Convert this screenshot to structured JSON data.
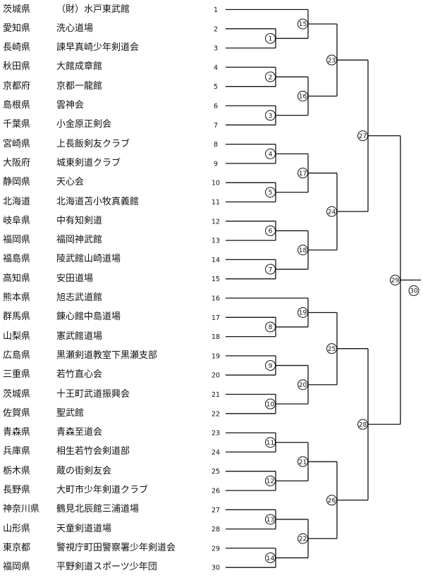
{
  "teams": [
    {
      "seed": "1",
      "pref": "茨城県",
      "club": "（財）水戸東武館"
    },
    {
      "seed": "2",
      "pref": "愛知県",
      "club": "洗心道場"
    },
    {
      "seed": "3",
      "pref": "長崎県",
      "club": "諫早真崎少年剣道会"
    },
    {
      "seed": "4",
      "pref": "秋田県",
      "club": "大館成章館"
    },
    {
      "seed": "5",
      "pref": "京都府",
      "club": "京都一龍館"
    },
    {
      "seed": "6",
      "pref": "島根県",
      "club": "雲神会"
    },
    {
      "seed": "7",
      "pref": "千葉県",
      "club": "小金原正剣会"
    },
    {
      "seed": "8",
      "pref": "宮崎県",
      "club": "上長飯剣友クラブ"
    },
    {
      "seed": "9",
      "pref": "大阪府",
      "club": "城東剣道クラブ"
    },
    {
      "seed": "10",
      "pref": "静岡県",
      "club": "天心会"
    },
    {
      "seed": "11",
      "pref": "北海道",
      "club": "北海道苫小牧真義館"
    },
    {
      "seed": "12",
      "pref": "岐阜県",
      "club": "中有知剣道"
    },
    {
      "seed": "13",
      "pref": "福岡県",
      "club": "福岡神武館"
    },
    {
      "seed": "14",
      "pref": "福島県",
      "club": "陵武館山崎道場"
    },
    {
      "seed": "15",
      "pref": "高知県",
      "club": "安田道場"
    },
    {
      "seed": "16",
      "pref": "熊本県",
      "club": "旭志武道館"
    },
    {
      "seed": "17",
      "pref": "群馬県",
      "club": "錬心館中島道場"
    },
    {
      "seed": "18",
      "pref": "山梨県",
      "club": "憲武館道場"
    },
    {
      "seed": "19",
      "pref": "広島県",
      "club": "黒瀬剣道教室下黒瀬支部"
    },
    {
      "seed": "20",
      "pref": "三重県",
      "club": "若竹直心会"
    },
    {
      "seed": "21",
      "pref": "茨城県",
      "club": "十王町武道振興会"
    },
    {
      "seed": "22",
      "pref": "佐賀県",
      "club": "聖武館"
    },
    {
      "seed": "23",
      "pref": "青森県",
      "club": "青森至道会"
    },
    {
      "seed": "24",
      "pref": "兵庫県",
      "club": "相生若竹会剣道部"
    },
    {
      "seed": "25",
      "pref": "栃木県",
      "club": "蔵の街剣友会"
    },
    {
      "seed": "26",
      "pref": "長野県",
      "club": "大町市少年剣道クラブ"
    },
    {
      "seed": "27",
      "pref": "神奈川県",
      "club": "鶴見北辰館三浦道場"
    },
    {
      "seed": "28",
      "pref": "山形県",
      "club": "天童剣道道場"
    },
    {
      "seed": "29",
      "pref": "東京都",
      "club": "警視庁町田警察署少年剣道会"
    },
    {
      "seed": "30",
      "pref": "福岡県",
      "club": "平野剣道スポーツ少年団"
    }
  ],
  "matches": [
    {
      "no": "1",
      "from": [
        "s2",
        "s3"
      ]
    },
    {
      "no": "2",
      "from": [
        "s4",
        "s5"
      ]
    },
    {
      "no": "3",
      "from": [
        "s6",
        "s7"
      ]
    },
    {
      "no": "4",
      "from": [
        "s8",
        "s9"
      ]
    },
    {
      "no": "5",
      "from": [
        "s10",
        "s11"
      ]
    },
    {
      "no": "6",
      "from": [
        "s12",
        "s13"
      ]
    },
    {
      "no": "7",
      "from": [
        "s14",
        "s15"
      ]
    },
    {
      "no": "8",
      "from": [
        "s17",
        "s18"
      ]
    },
    {
      "no": "9",
      "from": [
        "s19",
        "s20"
      ]
    },
    {
      "no": "10",
      "from": [
        "s21",
        "s22"
      ]
    },
    {
      "no": "11",
      "from": [
        "s23",
        "s24"
      ]
    },
    {
      "no": "12",
      "from": [
        "s25",
        "s26"
      ]
    },
    {
      "no": "13",
      "from": [
        "s27",
        "s28"
      ]
    },
    {
      "no": "14",
      "from": [
        "s29",
        "s30"
      ]
    },
    {
      "no": "15",
      "from": [
        "s1",
        "m1"
      ]
    },
    {
      "no": "16",
      "from": [
        "m2",
        "m3"
      ]
    },
    {
      "no": "17",
      "from": [
        "m4",
        "m5"
      ]
    },
    {
      "no": "18",
      "from": [
        "m6",
        "m7"
      ]
    },
    {
      "no": "19",
      "from": [
        "s16",
        "m8"
      ]
    },
    {
      "no": "20",
      "from": [
        "m9",
        "m10"
      ]
    },
    {
      "no": "21",
      "from": [
        "m11",
        "m12"
      ]
    },
    {
      "no": "22",
      "from": [
        "m13",
        "m14"
      ]
    },
    {
      "no": "23",
      "from": [
        "m15",
        "m16"
      ]
    },
    {
      "no": "24",
      "from": [
        "m17",
        "m18"
      ]
    },
    {
      "no": "25",
      "from": [
        "m19",
        "m20"
      ]
    },
    {
      "no": "26",
      "from": [
        "m21",
        "m22"
      ]
    },
    {
      "no": "27",
      "from": [
        "m23",
        "m24"
      ]
    },
    {
      "no": "28",
      "from": [
        "m25",
        "m26"
      ]
    },
    {
      "no": "29",
      "from": [
        "m27",
        "m28"
      ]
    },
    {
      "no": "30",
      "from": [
        "m29"
      ]
    }
  ]
}
